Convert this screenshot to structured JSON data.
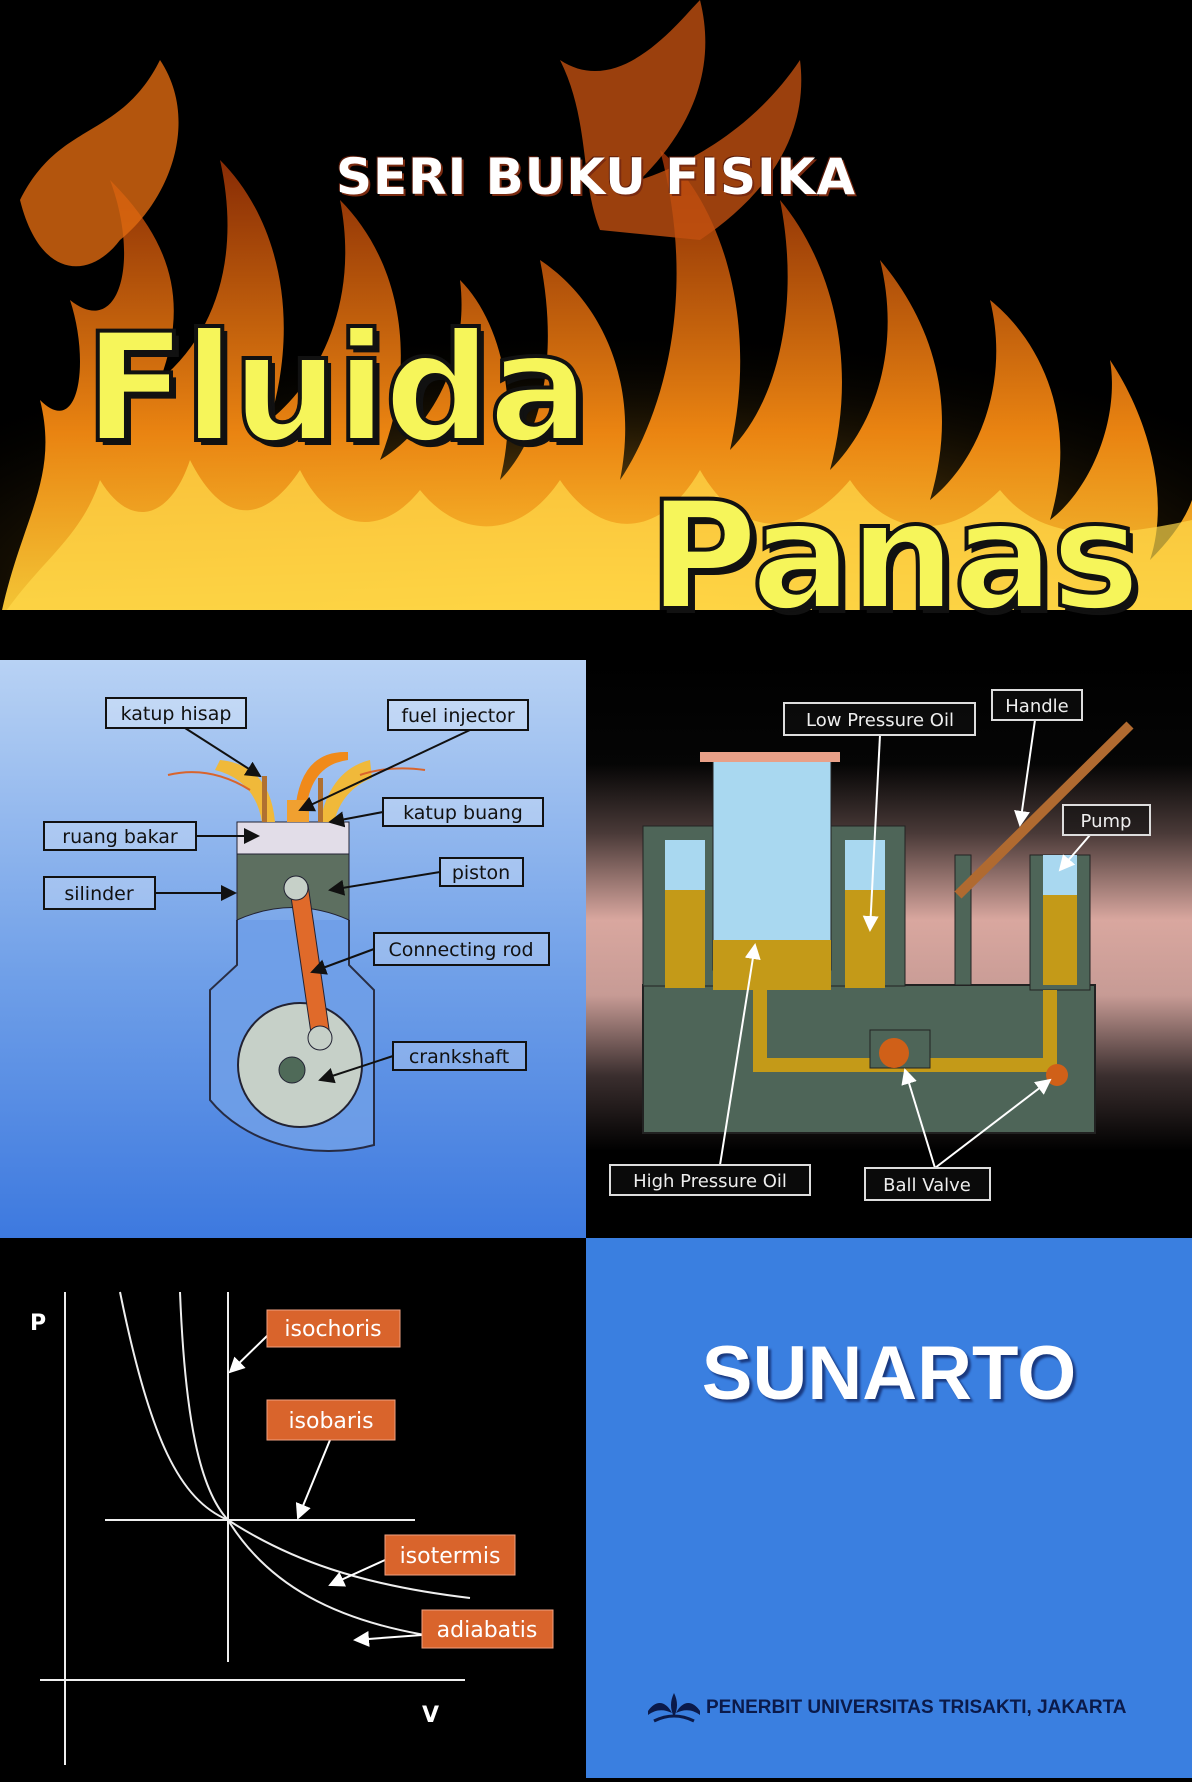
{
  "cover": {
    "series": "SERI BUKU FISIKA",
    "title_line1": "Fluida",
    "title_line2": "Panas",
    "author": "SUNARTO",
    "publisher": "PENERBIT UNIVERSITAS TRISAKTI, JAKARTA"
  },
  "engine_diagram": {
    "labels": [
      "katup hisap",
      "fuel injector",
      "katup buang",
      "ruang bakar",
      "silinder",
      "piston",
      "Connecting rod",
      "crankshaft"
    ]
  },
  "hydraulic_diagram": {
    "labels": [
      "Low Pressure Oil",
      "Handle",
      "Pump",
      "High Pressure Oil",
      "Ball Valve"
    ]
  },
  "pv_diagram": {
    "y_axis": "P",
    "x_axis": "V",
    "labels": [
      "isochoris",
      "isobaris",
      "isotermis",
      "adiabatis"
    ]
  },
  "colors": {
    "title_yellow": "#f6f55a",
    "author_panel_blue": "#3a7fe0",
    "label_orange": "#d9642c"
  }
}
